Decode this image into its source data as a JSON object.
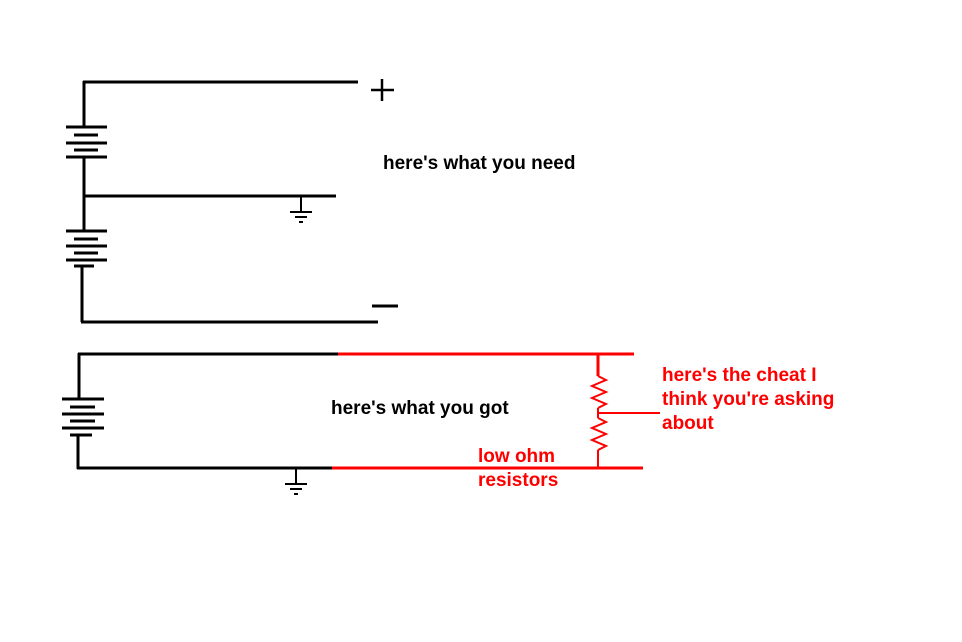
{
  "colors": {
    "wire": "#000000",
    "annotation": "#ff0000",
    "background": "#ffffff"
  },
  "labels": {
    "need": "here's what you need",
    "got": "here's what you got",
    "cheat_line1": "here's the cheat I",
    "cheat_line2": "think you're asking",
    "cheat_line3": "about",
    "resistor_line1": "low ohm",
    "resistor_line2": "resistors"
  },
  "terminals": {
    "positive": "+",
    "negative": "—"
  },
  "icons": [
    "battery-symbol",
    "ground-symbol",
    "resistor-symbol"
  ]
}
